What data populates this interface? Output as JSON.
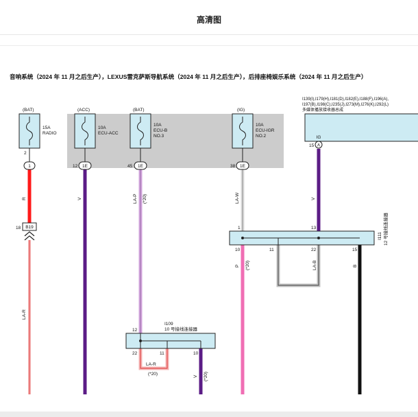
{
  "header": {
    "title": "高清图"
  },
  "diagram": {
    "title": "音响系统（2024 年 11 月之后生产），LEXUS雷克萨斯导航系统（2024 年 11 月之后生产），后排座椅娱乐系统（2024 年 11 月之后生产）",
    "fuses": [
      {
        "source": "(BAT)",
        "rating": "15A",
        "name": "RADIO",
        "name2": "",
        "pin_top": "2",
        "conn": "1",
        "conn_pin": ""
      },
      {
        "source": "(ACC)",
        "rating": "10A",
        "name": "ECU-ACC",
        "name2": "",
        "pin_top": "",
        "conn": "1E",
        "conn_pin": "12"
      },
      {
        "source": "(BAT)",
        "rating": "10A",
        "name": "ECU-B",
        "name2": "NO.3",
        "pin_top": "",
        "conn": "1E",
        "conn_pin": "45"
      },
      {
        "source": "(IG)",
        "rating": "10A",
        "name": "ECU-IGR",
        "name2": "NO.2",
        "pin_top": "",
        "conn": "1E",
        "conn_pin": "38"
      }
    ],
    "receiver": {
      "codes_line1": "I139(I),I179(H),I181(D),I182(E),I188(F),I196(A),",
      "codes_line2": "I197(B),I198(C),I235(J),I273(M),I276(K),I292(L)",
      "name": "多媒体播放接收器总成",
      "pin_label": "IG",
      "pin_no": "15",
      "conn": "A"
    },
    "wires": {
      "w1": "R",
      "w2": "V",
      "w3": "LA-P",
      "w3_note": "(*20)",
      "w4": "LA-W",
      "w5": "V",
      "w6": "P",
      "w6_note": "(*20)",
      "w7": "LA-B",
      "w8": "B",
      "w9": "LA-R",
      "w10": "LA-R",
      "w10_note": "(*20)",
      "w11": "V",
      "w11_note": "(*20)"
    },
    "b19": {
      "pin": "18",
      "name": "B19"
    },
    "i111": {
      "code": "I111",
      "name": "12 号接线连接器",
      "pin_in1": "1",
      "pin_in2": "13",
      "pin_out1": "10",
      "pin_out2": "11",
      "pin_out3": "22",
      "pin_out4": "15"
    },
    "i109": {
      "code": "I109",
      "name": "10 号接线连接器",
      "pin_in": "12",
      "pin_out1": "22",
      "pin_out2": "11",
      "pin_out3": "10"
    }
  }
}
